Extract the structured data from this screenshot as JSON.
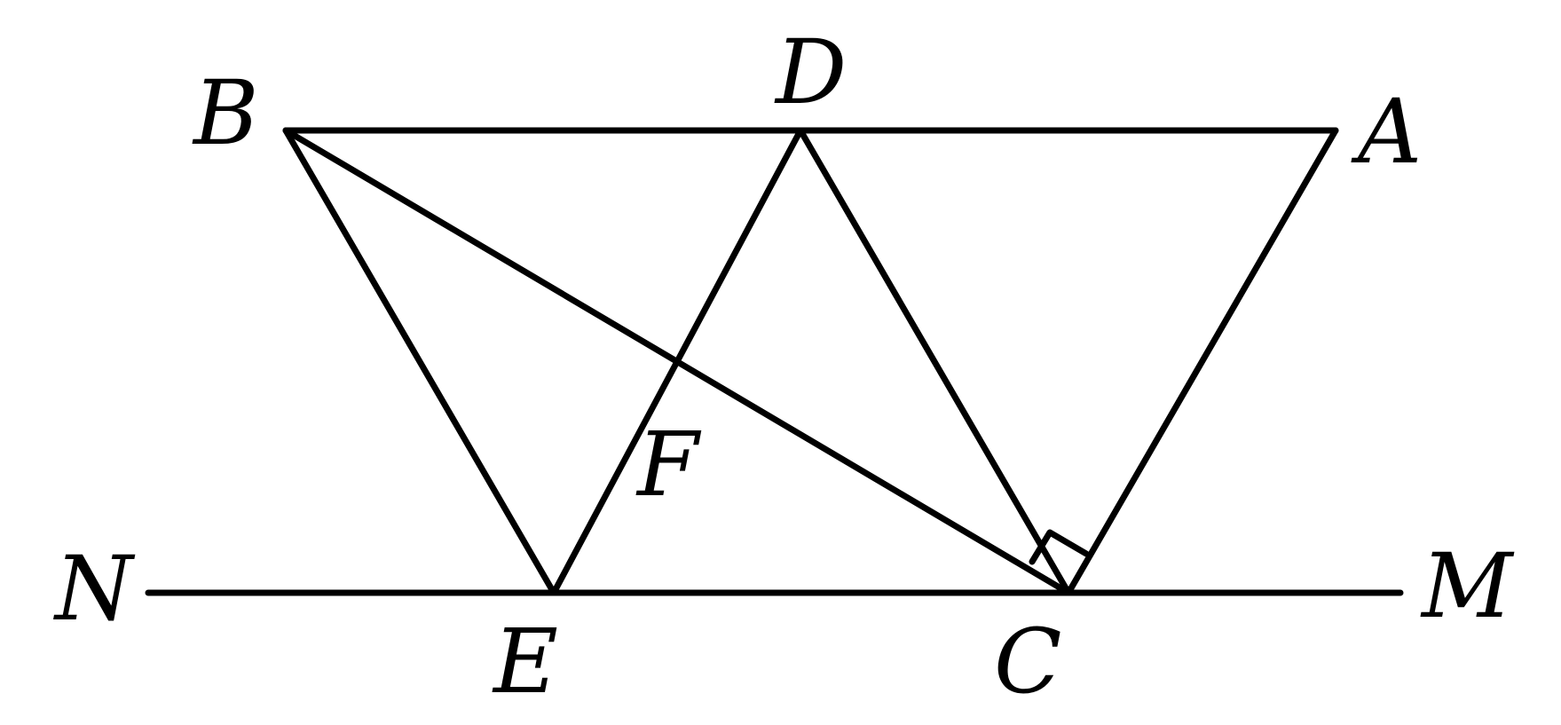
{
  "diagram": {
    "points": {
      "A": "A",
      "B": "B",
      "C": "C",
      "D": "D",
      "E": "E",
      "F": "F",
      "M": "M",
      "N": "N"
    },
    "segments": [
      [
        "B",
        "A"
      ],
      [
        "N",
        "M"
      ],
      [
        "B",
        "E"
      ],
      [
        "E",
        "D"
      ],
      [
        "D",
        "C"
      ],
      [
        "C",
        "A"
      ],
      [
        "B",
        "C"
      ]
    ],
    "right_angle_at": "C",
    "intersection": "F"
  },
  "colors": {
    "line": "#000000",
    "background": "#ffffff"
  }
}
